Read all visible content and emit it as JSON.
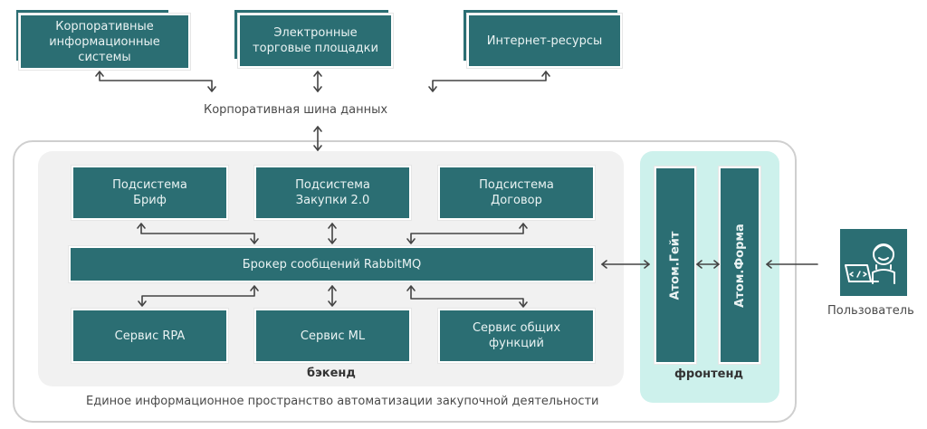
{
  "external_systems": [
    {
      "label": "Корпоративные информационные системы"
    },
    {
      "label": "Электронные торговые площадки"
    },
    {
      "label": "Интернет-ресурсы"
    }
  ],
  "bus_label": "Корпоративная шина данных",
  "backend": {
    "label": "бэкенд",
    "subsystems": [
      {
        "label": "Подсистема Бриф"
      },
      {
        "label": "Подсистема Закупки 2.0"
      },
      {
        "label": "Подсистема Договор"
      }
    ],
    "broker": "Брокер сообщений RabbitMQ",
    "services": [
      {
        "label": "Сервис RPA"
      },
      {
        "label": "Сервис ML"
      },
      {
        "label": "Сервис общих функций"
      }
    ]
  },
  "frontend": {
    "label": "фронтенд",
    "components": [
      {
        "label": "Атом.Гейт"
      },
      {
        "label": "Атом.Форма"
      }
    ]
  },
  "space_label": "Единое информационное пространство автоматизации закупочной деятельности",
  "user": {
    "label": "Пользователь",
    "icon": "developer-laptop-icon"
  },
  "colors": {
    "box": "#2b6e73",
    "backend_bg": "#f1f1f1",
    "frontend_bg": "#cdf1ec",
    "arrow": "#444444"
  }
}
